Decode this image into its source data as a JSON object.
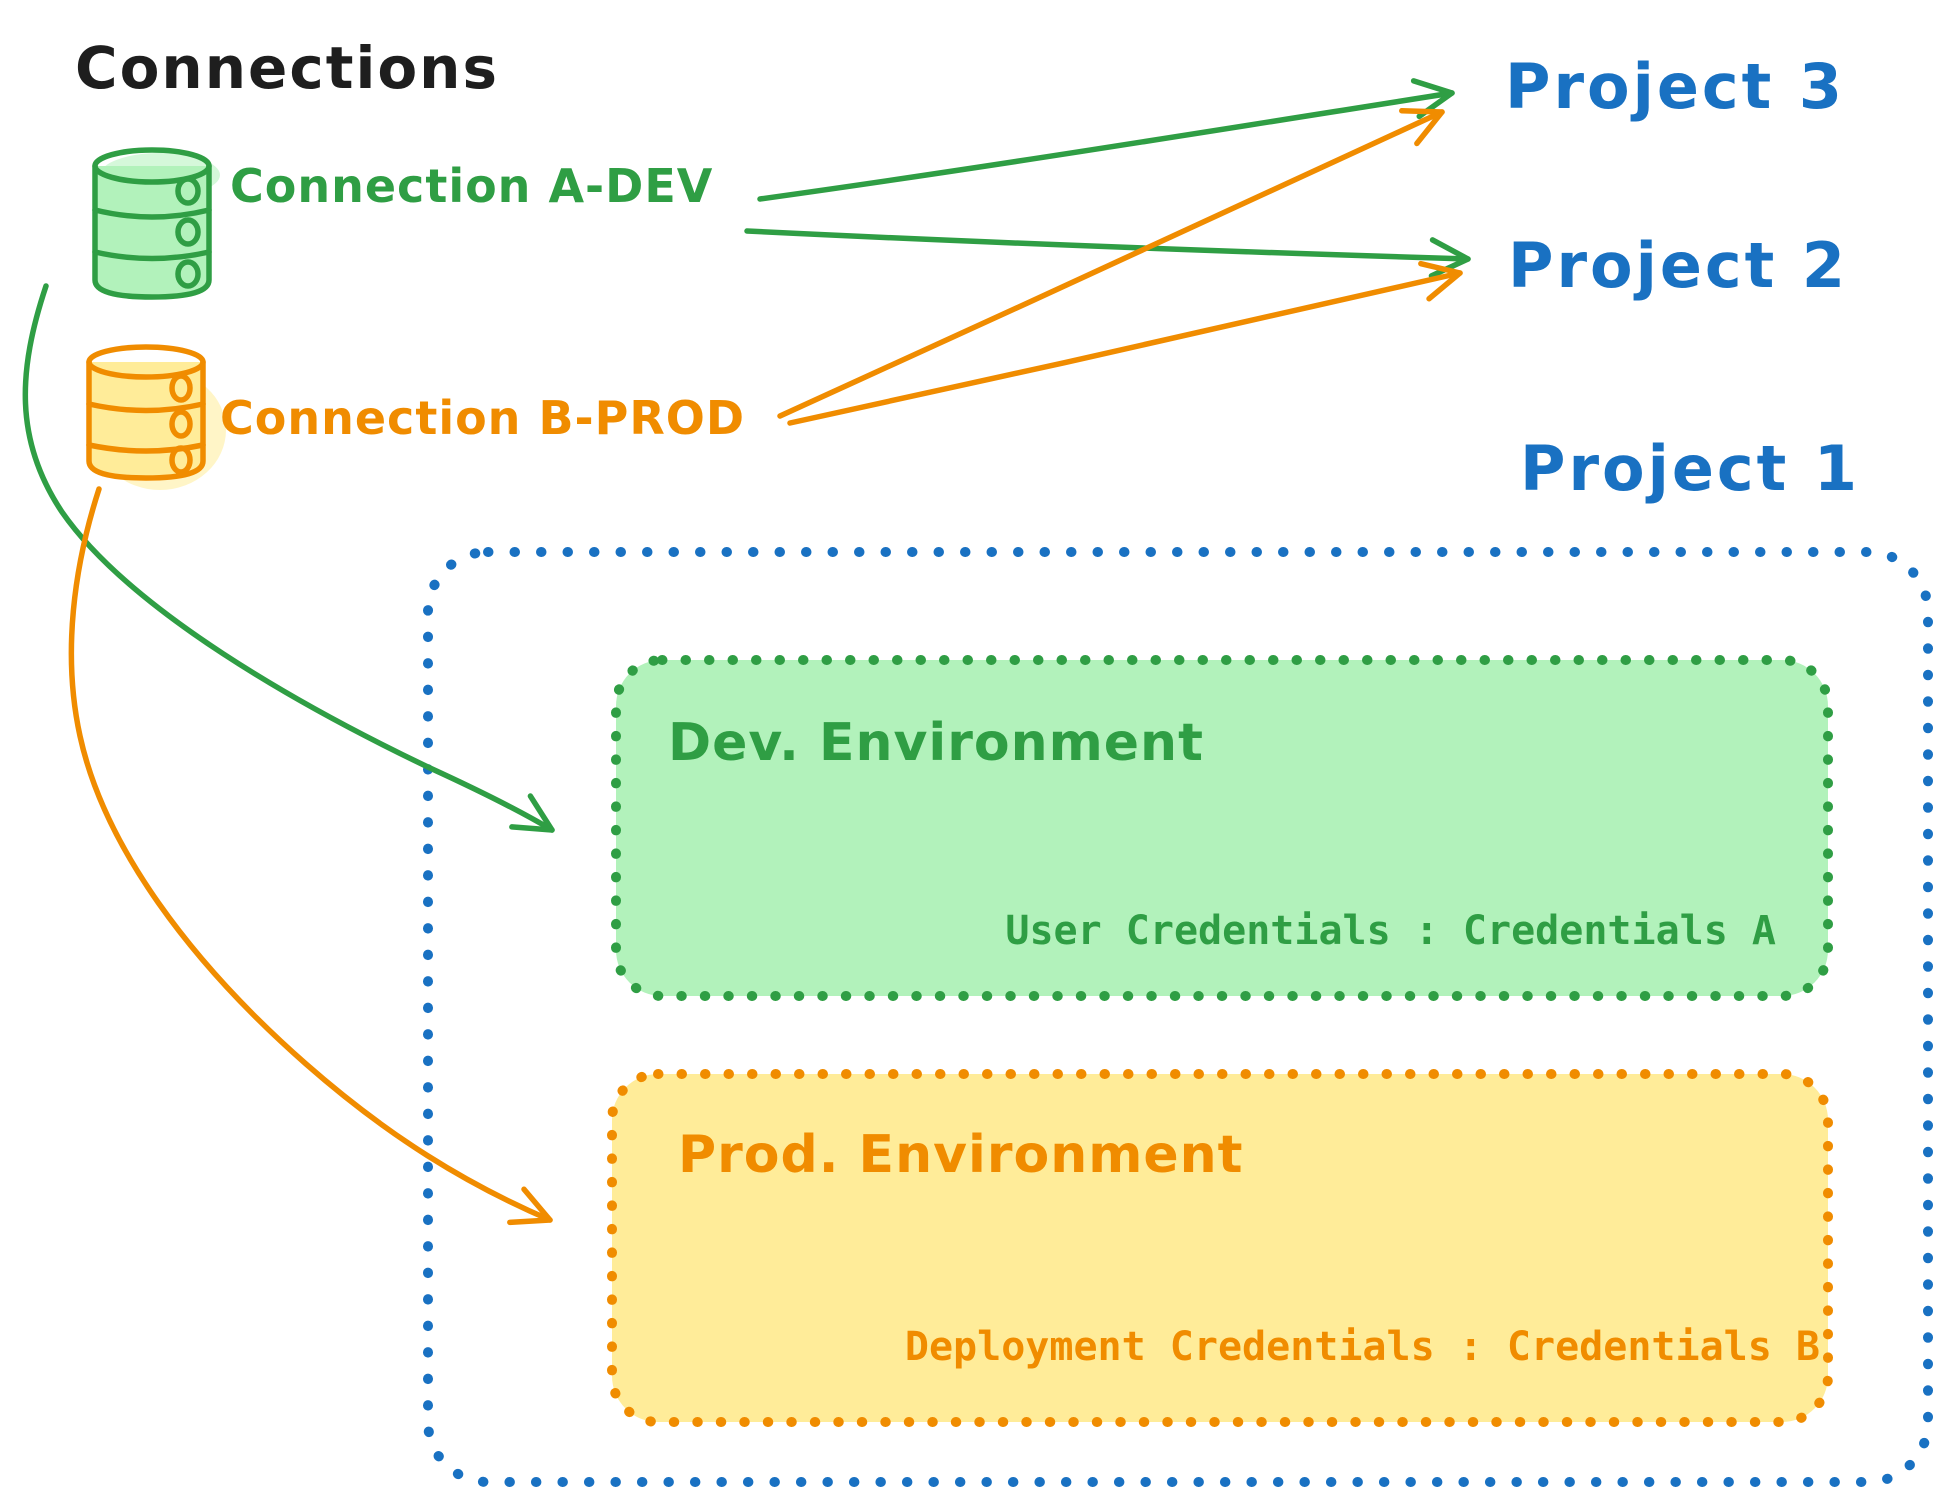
{
  "title": "Connections",
  "colors": {
    "black": "#1e1e1e",
    "blue": "#1971c2",
    "green": "#2f9e44",
    "green_fill": "#b2f2bb",
    "orange": "#f08c00",
    "yellow_fill": "#ffec99",
    "background": "#ffffff"
  },
  "connections": [
    {
      "label": "Connection A-DEV",
      "icon": "database-icon",
      "color": "#2f9e44"
    },
    {
      "label": "Connection B-PROD",
      "icon": "database-icon",
      "color": "#f08c00"
    }
  ],
  "projects": [
    {
      "label": "Project 3"
    },
    {
      "label": "Project 2"
    },
    {
      "label": "Project 1"
    }
  ],
  "project1": {
    "environments": [
      {
        "title": "Dev. Environment",
        "credentials": "User Credentials : Credentials A",
        "accent": "#2f9e44",
        "fill": "#b2f2bb"
      },
      {
        "title": "Prod. Environment",
        "credentials": "Deployment Credentials : Credentials B",
        "accent": "#f08c00",
        "fill": "#ffec99"
      }
    ]
  },
  "edges": [
    {
      "from": "Connection A-DEV",
      "to": "Project 3",
      "color": "#2f9e44",
      "style": "straight-arrow"
    },
    {
      "from": "Connection A-DEV",
      "to": "Project 2",
      "color": "#2f9e44",
      "style": "straight-arrow"
    },
    {
      "from": "Connection B-PROD",
      "to": "Project 3",
      "color": "#f08c00",
      "style": "straight-arrow"
    },
    {
      "from": "Connection B-PROD",
      "to": "Project 2",
      "color": "#f08c00",
      "style": "straight-arrow"
    },
    {
      "from": "Connection A-DEV",
      "to": "Dev. Environment",
      "color": "#2f9e44",
      "style": "curved-arrow"
    },
    {
      "from": "Connection B-PROD",
      "to": "Prod. Environment",
      "color": "#f08c00",
      "style": "curved-arrow"
    }
  ]
}
